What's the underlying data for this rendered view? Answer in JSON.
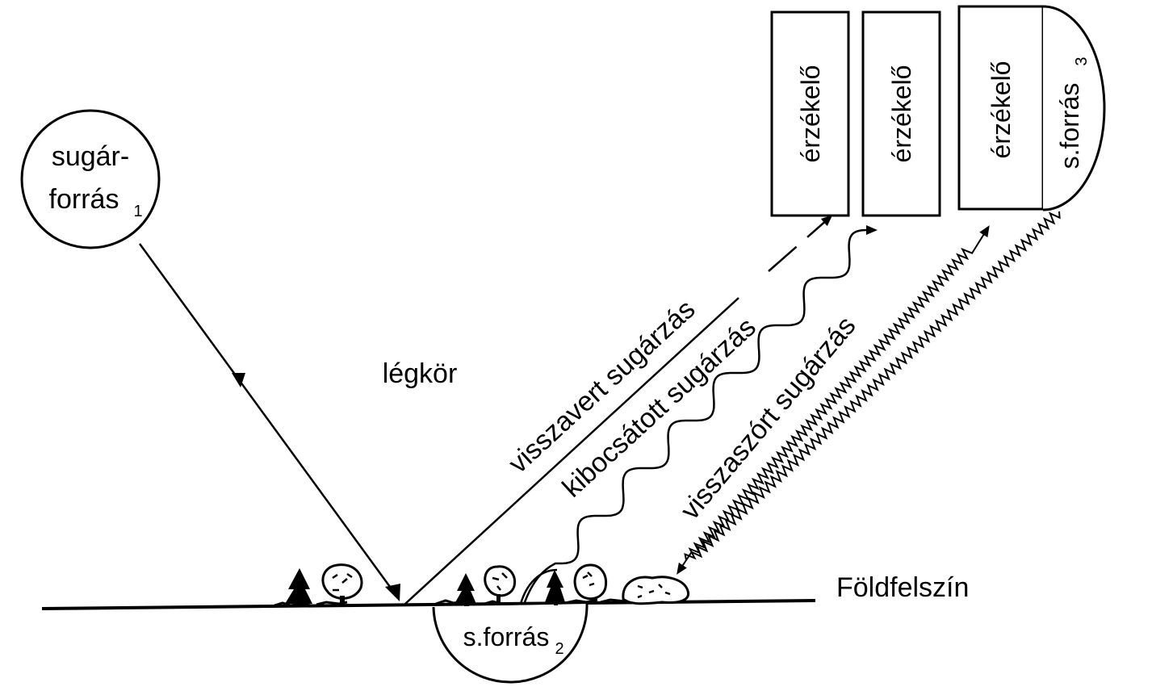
{
  "source1": {
    "line1": "sugár-",
    "line2": "forrás",
    "sub": "1"
  },
  "source2": {
    "text": "s.forrás",
    "sub": "2"
  },
  "source3": {
    "text": "s.forrás",
    "sub": "3"
  },
  "sensors": [
    {
      "label": "érzékelő"
    },
    {
      "label": "érzékelő"
    },
    {
      "label": "érzékelő"
    }
  ],
  "atmosphere": "légkör",
  "ground": "Földfelszín",
  "rays": {
    "reflected": "visszavert sugárzás",
    "emitted": "kibocsátott sugárzás",
    "backscattered": "visszaszórt sugárzás"
  },
  "colors": {
    "ink": "#000000",
    "paper": "#ffffff"
  }
}
